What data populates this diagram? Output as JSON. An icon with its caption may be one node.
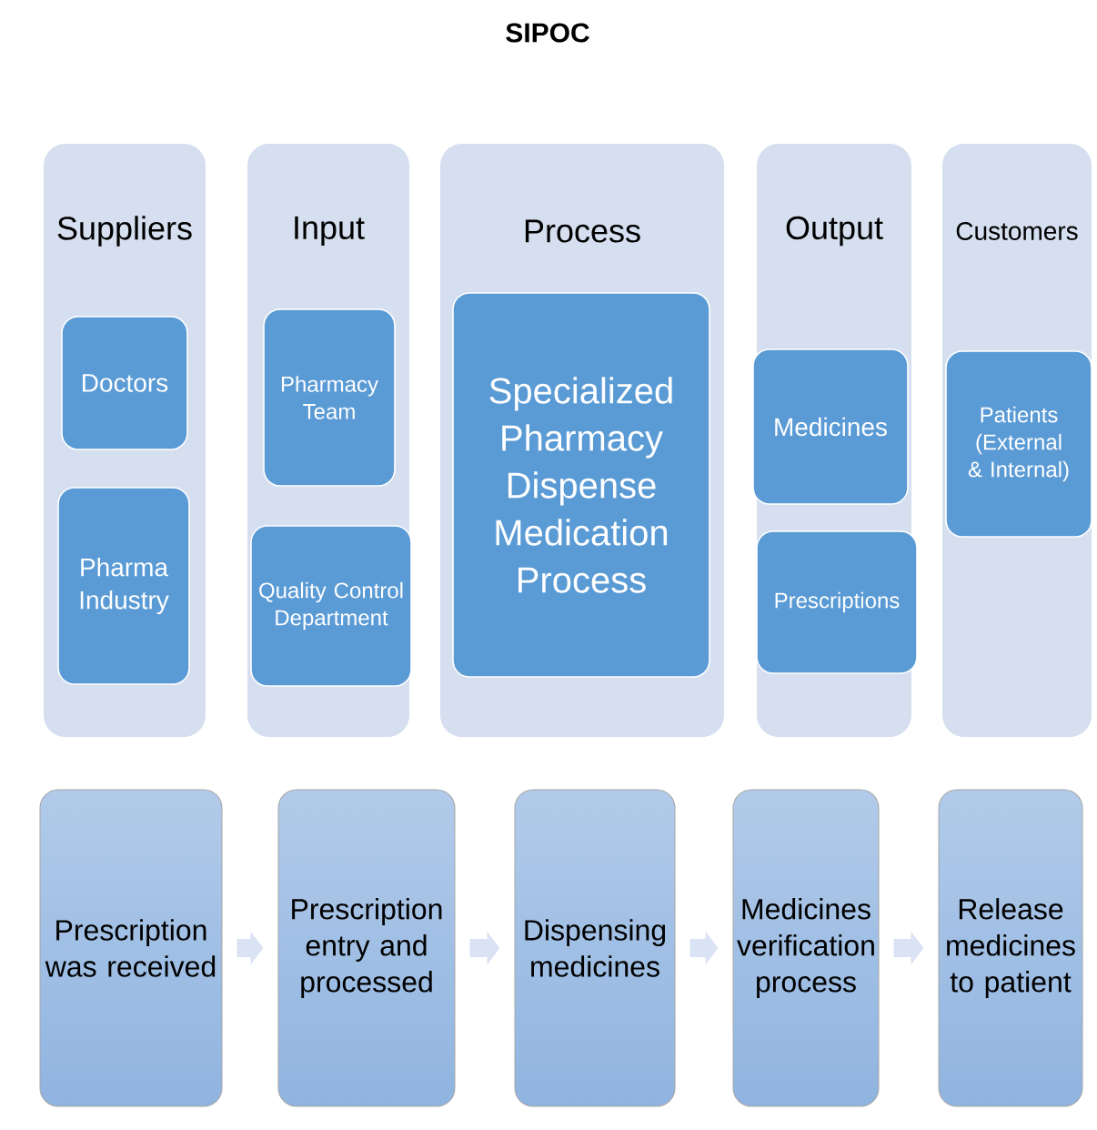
{
  "diagram": {
    "title": "SIPOC",
    "nodes": [
      {
        "text": [
          "Suppliers"
        ]
      },
      {
        "text": [
          "Input"
        ]
      },
      {
        "text": [
          "Process"
        ]
      },
      {
        "text": [
          "Output"
        ]
      },
      {
        "text": [
          "Customers"
        ]
      },
      {
        "text": [
          "Doctors"
        ],
        "in": 0
      },
      {
        "text": [
          "Pharma Industry"
        ],
        "in": 0
      },
      {
        "text": [
          "Pharmacy Team"
        ],
        "in": 1
      },
      {
        "text": [
          "Quality Control Department"
        ],
        "in": 1
      },
      {
        "text": [
          "Specialized Pharmacy Dispense Medication Process"
        ],
        "in": 2
      },
      {
        "text": [
          "Medicines"
        ],
        "in": 3
      },
      {
        "text": [
          "Prescriptions"
        ],
        "in": 3
      },
      {
        "text": [
          "Patients (External & Internal)"
        ],
        "in": 4
      },
      {
        "text": [
          "Prescription was received"
        ]
      },
      {
        "text": [
          "Prescription entry and processed"
        ]
      },
      {
        "text": [
          "Dispensing medicines"
        ]
      },
      {
        "text": [
          "Medicines verification process"
        ]
      },
      {
        "text": [
          "Release medicines to patient"
        ]
      }
    ],
    "edges": [
      {
        "from": 13,
        "to": 14,
        "arrow": "to"
      },
      {
        "from": 14,
        "to": 15,
        "arrow": "to"
      },
      {
        "from": 15,
        "to": 16,
        "arrow": "to"
      },
      {
        "from": 16,
        "to": 17,
        "arrow": "to"
      }
    ]
  }
}
